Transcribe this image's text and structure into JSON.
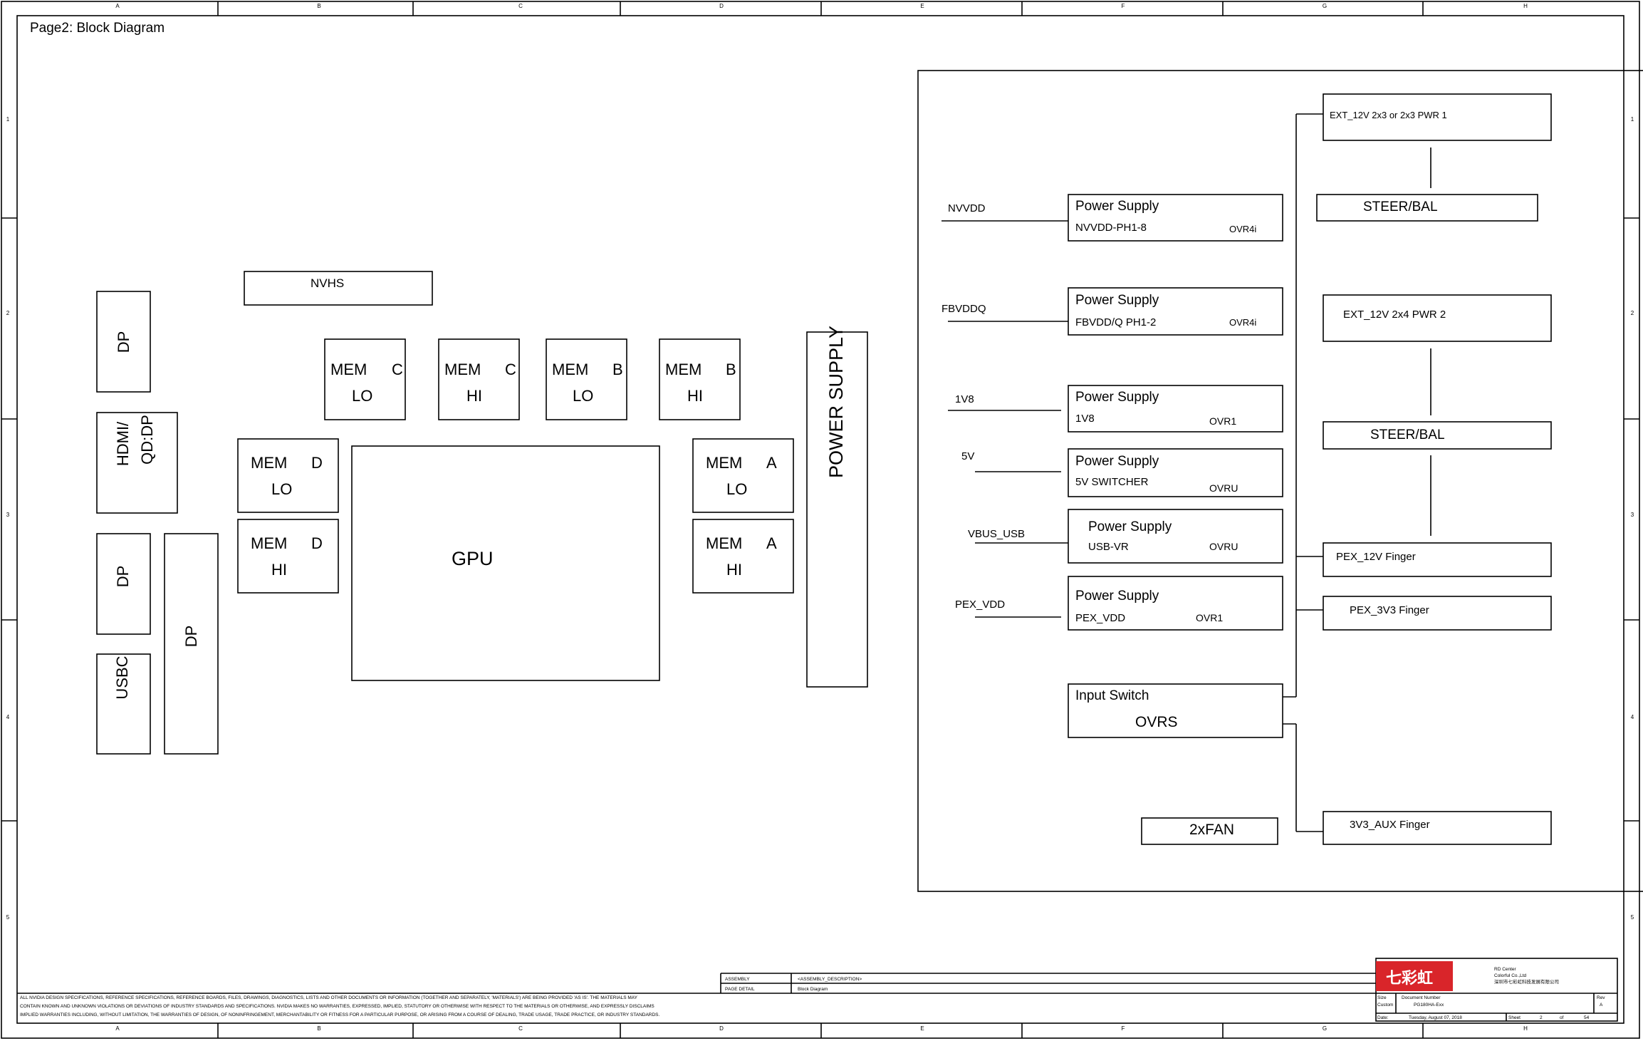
{
  "page_title": "Page2: Block Diagram",
  "border": {
    "cols": [
      "A",
      "B",
      "C",
      "D",
      "E",
      "F",
      "G",
      "H"
    ],
    "rows": [
      "1",
      "2",
      "3",
      "4",
      "5"
    ]
  },
  "connectors": {
    "dp1": "DP",
    "hdmi_line1": "HDMI/",
    "hdmi_line2": "QD:DP",
    "dp2": "DP",
    "dp3": "DP",
    "usbc": "USBC"
  },
  "nvhs": "NVHS",
  "gpu": "GPU",
  "power_supply_bar": "POWER SUPPLY",
  "memory": [
    {
      "id": "c-lo",
      "label": "MEM",
      "channel": "C",
      "bank": "LO"
    },
    {
      "id": "c-hi",
      "label": "MEM",
      "channel": "C",
      "bank": "HI"
    },
    {
      "id": "b-lo",
      "label": "MEM",
      "channel": "B",
      "bank": "LO"
    },
    {
      "id": "b-hi",
      "label": "MEM",
      "channel": "B",
      "bank": "HI"
    },
    {
      "id": "d-lo",
      "label": "MEM",
      "channel": "D",
      "bank": "LO"
    },
    {
      "id": "d-hi",
      "label": "MEM",
      "channel": "D",
      "bank": "HI"
    },
    {
      "id": "a-lo",
      "label": "MEM",
      "channel": "A",
      "bank": "LO"
    },
    {
      "id": "a-hi",
      "label": "MEM",
      "channel": "A",
      "bank": "HI"
    }
  ],
  "power": {
    "rails": [
      {
        "net": "NVVDD",
        "title": "Power Supply",
        "sub": "NVVDD-PH1-8",
        "ctrl": "OVR4i"
      },
      {
        "net": "FBVDDQ",
        "title": "Power Supply",
        "sub": "FBVDD/Q PH1-2",
        "ctrl": "OVR4i"
      },
      {
        "net": "1V8",
        "title": "Power Supply",
        "sub": "1V8",
        "ctrl": "OVR1"
      },
      {
        "net": "5V",
        "title": "Power Supply",
        "sub": "5V SWITCHER",
        "ctrl": "OVRU"
      },
      {
        "net": "VBUS_USB",
        "title": "Power Supply",
        "sub": "USB-VR",
        "ctrl": "OVRU"
      },
      {
        "net": "PEX_VDD",
        "title": "Power Supply",
        "sub": "PEX_VDD",
        "ctrl": "OVR1"
      }
    ],
    "input_switch": {
      "title": "Input Switch",
      "sub": "OVRS"
    },
    "fan": "2xFAN",
    "ext1": "EXT_12V 2x3 or 2x3 PWR 1",
    "steer1": "STEER/BAL",
    "ext2": "EXT_12V 2x4 PWR 2",
    "steer2": "STEER/BAL",
    "pex12": "PEX_12V Finger",
    "pex3v3": "PEX_3V3 Finger",
    "aux": "3V3_AUX Finger"
  },
  "title_block": {
    "assembly_label": "ASSEMBLY",
    "assembly_value": "<ASSEMBLY_DESCRIPTION>",
    "page_detail_label": "PAGE DETAIL",
    "page_detail_value": "Block Diagram",
    "company_line1": "RD Center",
    "company_line2": "Colorful Co.,Ltd",
    "company_line3": "深圳市七彩虹科技发展有限公司",
    "logo_text": "七彩虹",
    "size_label": "Size",
    "size_value": "Custom",
    "doc_label": "Document Number",
    "doc_value": "PG180HA-Exx",
    "rev_label": "Rev",
    "rev_value": "A",
    "date_label": "Date:",
    "date_value": "Tuesday, August 07, 2018",
    "sheet_label": "Sheet",
    "sheet_num": "2",
    "sheet_of": "of",
    "sheet_total": "54"
  },
  "disclaimer": [
    "ALL NVIDIA DESIGN SPECIFICATIONS, REFERENCE SPECIFICATIONS, REFERENCE BOARDS, FILES, DRAWINGS, DIAGNOSTICS, LISTS AND OTHER DOCUMENTS OR INFORMATION (TOGETHER AND SEPARATELY, 'MATERIALS') ARE BEING PROVIDED 'AS IS'. THE MATERIALS MAY",
    "CONTAIN KNOWN AND UNKNOWN VIOLATIONS OR DEVIATIONS OF INDUSTRY STANDARDS AND SPECIFICATIONS. NVIDIA MAKES NO WARRANTIES, EXPRESSED, IMPLIED, STATUTORY OR OTHERWISE WITH RESPECT TO THE MATERIALS OR OTHERWISE, AND EXPRESSLY DISCLAIMS",
    "IMPLIED WARRANTIES INCLUDING, WITHOUT LIMITATION, THE WARRANTIES OF DESIGN, OF NONINFRINGEMENT, MERCHANTABILITY OR FITNESS FOR A PARTICULAR PURPOSE, OR ARISING FROM A COURSE OF DEALING, TRADE USAGE, TRADE PRACTICE, OR INDUSTRY STANDARDS."
  ]
}
